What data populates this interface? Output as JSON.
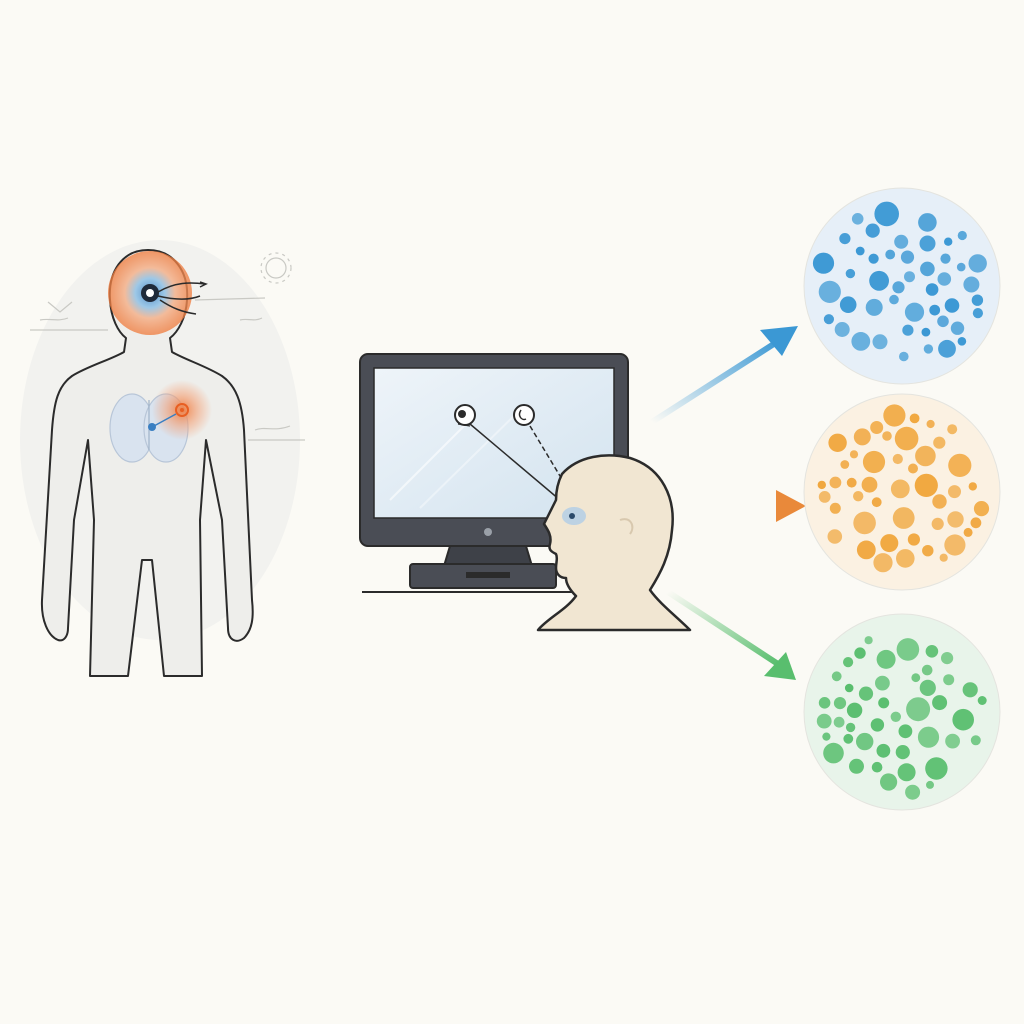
{
  "diagram": {
    "panels": [
      {
        "id": "body-figure",
        "icon": "human-body-icon"
      },
      {
        "id": "eye-tracking-setup",
        "icon": "monitor-and-viewer-icon"
      }
    ],
    "outputs": [
      {
        "name": "cluster-blue",
        "color": "#3b98d4",
        "halo": "#e6eff8",
        "icon": "blue-dot-cluster-icon"
      },
      {
        "name": "cluster-orange",
        "color": "#f0a53a",
        "halo": "#fbf1e2",
        "icon": "orange-dot-cluster-icon"
      },
      {
        "name": "cluster-green",
        "color": "#59be6e",
        "halo": "#e8f4ea",
        "icon": "green-dot-cluster-icon"
      }
    ],
    "colors": {
      "background": "#fbfaf5",
      "outline": "#2b2b2b",
      "body_fill": "#eeeeeb",
      "skin": "#f1e6d2",
      "monitor_frame": "#4a4d55",
      "screen": "#dfeaf3",
      "accent_orange": "#ef7b3d",
      "accent_blue": "#3a7fc2"
    }
  }
}
